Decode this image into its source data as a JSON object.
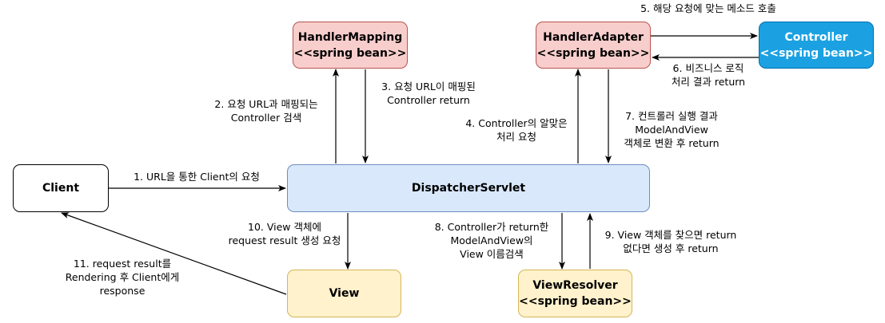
{
  "nodes": {
    "client": {
      "label": "Client"
    },
    "dispatcher": {
      "label": "DispatcherServlet"
    },
    "handler_mapping": {
      "label": "HandlerMapping",
      "stereotype": "<<spring bean>>"
    },
    "handler_adapter": {
      "label": "HandlerAdapter",
      "stereotype": "<<spring bean>>"
    },
    "controller": {
      "label": "Controller",
      "stereotype": "<<spring bean>>"
    },
    "view": {
      "label": "View"
    },
    "view_resolver": {
      "label": "ViewResolver",
      "stereotype": "<<spring bean>>"
    }
  },
  "steps": {
    "s1": [
      "1. URL을 통한 Client의 요청"
    ],
    "s2": [
      "2. 요청 URL과 매핑되는",
      "Controller 검색"
    ],
    "s3": [
      "3. 요청 URL이 매핑된",
      "Controller return"
    ],
    "s4": [
      "4. Controller의 알맞은",
      "처리 요청"
    ],
    "s5": [
      "5. 해당 요청에 맞는 메소드 호출"
    ],
    "s6": [
      "6. 비즈니스 로직",
      "처리 결과 return"
    ],
    "s7": [
      "7. 컨트롤러 실행 결과",
      "ModelAndView",
      "객체로 변환 후 return"
    ],
    "s8": [
      "8. Controller가 return한",
      "ModelAndView의",
      "View 이름검색"
    ],
    "s9": [
      "9. View 객체를 찾으면 return",
      "없다면 생성 후 return"
    ],
    "s10": [
      "10. View 객체에",
      "request result 생성 요청"
    ],
    "s11": [
      "11. request result를",
      "Rendering 후 Client에게",
      "response"
    ]
  }
}
